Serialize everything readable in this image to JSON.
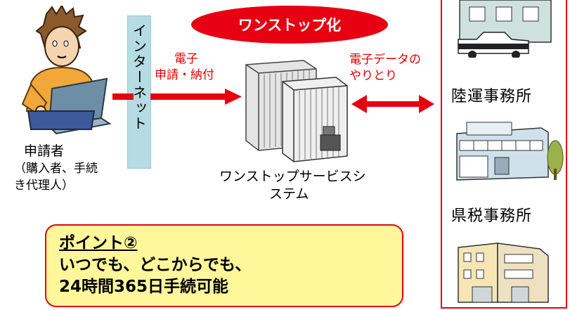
{
  "banner": {
    "text": "ワンストップ化"
  },
  "internet": {
    "label": "インターネット"
  },
  "applicant": {
    "title": "申請者",
    "sub1": "（購入者、手続",
    "sub2": "き代理人）"
  },
  "arrow_left": {
    "line1": "電子",
    "line2": "申請・納付"
  },
  "arrow_right": {
    "line1": "電子データの",
    "line2": "やりとり"
  },
  "system": {
    "line1": "ワンストップサービスシ",
    "line2": "ステム"
  },
  "offices": {
    "land_transport": "陸運事務所",
    "prefectural_tax": "県税事務所"
  },
  "point": {
    "heading": "ポイント②",
    "line1": "いつでも、どこからでも、",
    "line2": "24時間365日手続可能"
  },
  "colors": {
    "accent_red": "#e60012",
    "internet_bar": "#b4dce2",
    "callout_fill": "#fff79a"
  },
  "icons": [
    "person-with-laptop-icon",
    "server-rack-icon",
    "police-station-icon",
    "office-building-icon",
    "tax-office-building-icon"
  ]
}
